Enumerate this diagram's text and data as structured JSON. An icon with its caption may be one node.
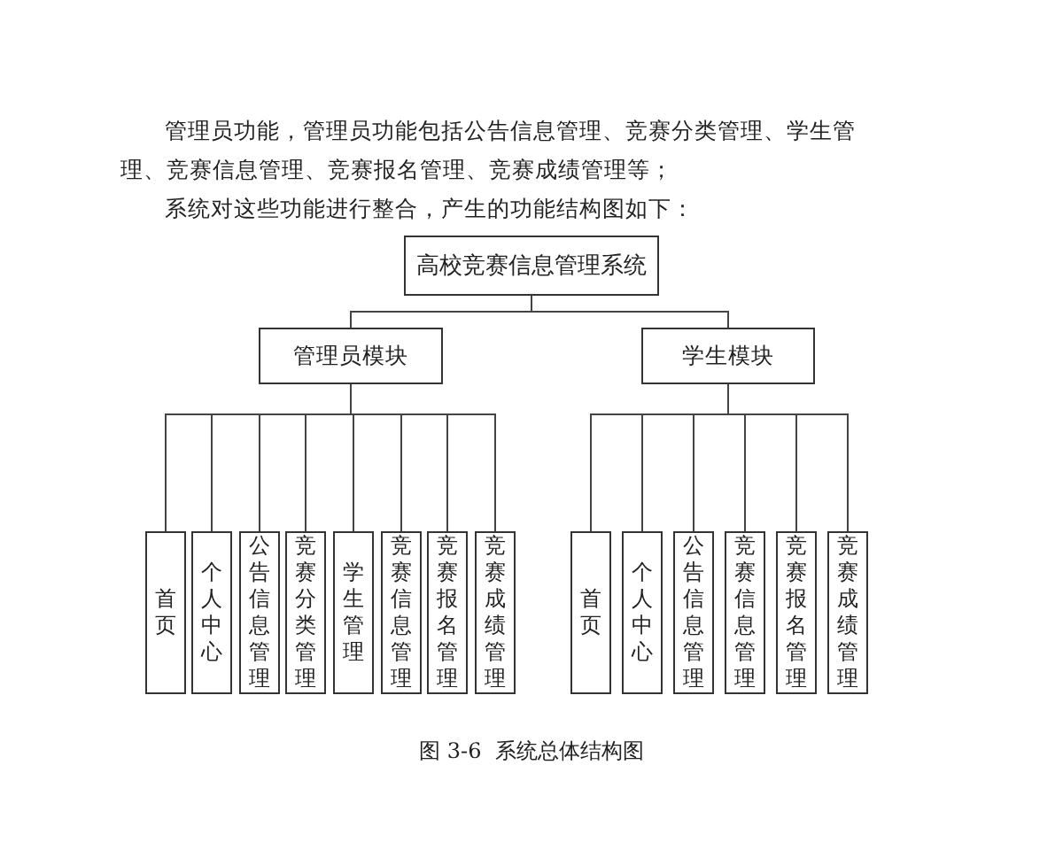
{
  "diagram": {
    "caption": "图 3-6  系统总体结构图",
    "nodes": [
      {
        "text": [
          "高校竞赛信息管理系统"
        ]
      },
      {
        "text": [
          "管理员模块"
        ]
      },
      {
        "text": [
          "学生模块"
        ]
      },
      {
        "text": [
          "首页"
        ]
      },
      {
        "text": [
          "个人中心"
        ]
      },
      {
        "text": [
          "公告信息管理"
        ]
      },
      {
        "text": [
          "竞赛分类管理"
        ]
      },
      {
        "text": [
          "学生管理"
        ]
      },
      {
        "text": [
          "竞赛信息管理"
        ]
      },
      {
        "text": [
          "竞赛报名管理"
        ]
      },
      {
        "text": [
          "竞赛成绩管理"
        ]
      },
      {
        "text": [
          "首页"
        ]
      },
      {
        "text": [
          "个人中心"
        ]
      },
      {
        "text": [
          "公告信息管理"
        ]
      },
      {
        "text": [
          "竞赛信息管理"
        ]
      },
      {
        "text": [
          "竞赛报名管理"
        ]
      },
      {
        "text": [
          "竞赛成绩管理"
        ]
      }
    ],
    "edges": [
      {
        "from": 0,
        "to": 1,
        "arrow": "none"
      },
      {
        "from": 0,
        "to": 2,
        "arrow": "none"
      },
      {
        "from": 1,
        "to": 3,
        "arrow": "none"
      },
      {
        "from": 1,
        "to": 4,
        "arrow": "none"
      },
      {
        "from": 1,
        "to": 5,
        "arrow": "none"
      },
      {
        "from": 1,
        "to": 6,
        "arrow": "none"
      },
      {
        "from": 1,
        "to": 7,
        "arrow": "none"
      },
      {
        "from": 1,
        "to": 8,
        "arrow": "none"
      },
      {
        "from": 1,
        "to": 9,
        "arrow": "none"
      },
      {
        "from": 1,
        "to": 10,
        "arrow": "none"
      },
      {
        "from": 2,
        "to": 11,
        "arrow": "none"
      },
      {
        "from": 2,
        "to": 12,
        "arrow": "none"
      },
      {
        "from": 2,
        "to": 13,
        "arrow": "none"
      },
      {
        "from": 2,
        "to": 14,
        "arrow": "none"
      },
      {
        "from": 2,
        "to": 15,
        "arrow": "none"
      },
      {
        "from": 2,
        "to": 16,
        "arrow": "none"
      }
    ],
    "labels": [
      "管理员功能，管理员功能包括公告信息管理、竞赛分类管理、学生管理、竞赛信息管理、竞赛报名管理、竞赛成绩管理等；",
      "系统对这些功能进行整合，产生的功能结构图如下："
    ]
  }
}
